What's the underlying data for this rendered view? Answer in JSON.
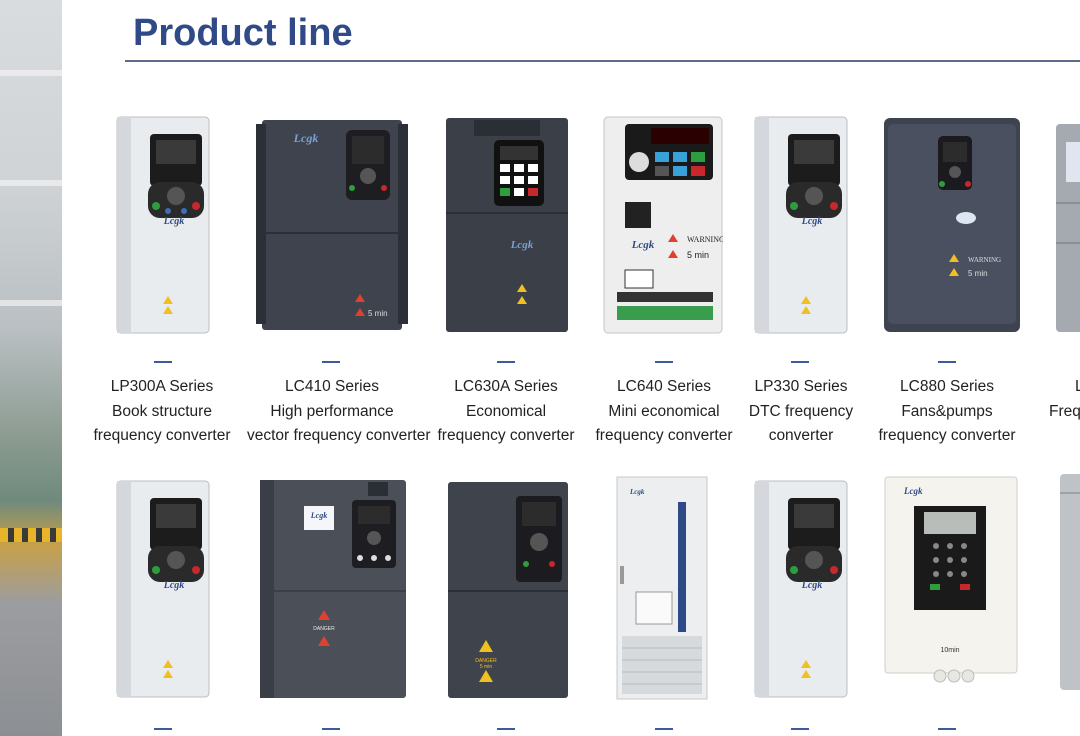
{
  "page": {
    "title": "Product line"
  },
  "products_row1": [
    {
      "lines": [
        "LP300A Series",
        "Book structure",
        "frequency converter"
      ]
    },
    {
      "lines": [
        "LC410 Series",
        "High performance",
        "vector frequency converter"
      ]
    },
    {
      "lines": [
        "LC630A Series",
        "Economical",
        "frequency converter"
      ]
    },
    {
      "lines": [
        "LC640  Series",
        "Mini economical",
        "frequency converter"
      ]
    },
    {
      "lines": [
        "LP330  Series",
        "DTC frequency",
        "converter"
      ]
    },
    {
      "lines": [
        "LC880  Series",
        "Fans&pumps",
        "frequency converter"
      ]
    },
    {
      "lines": [
        "L",
        "Freq",
        ""
      ]
    }
  ],
  "device_labels": {
    "lcgk": "Lcgk",
    "warning": "WARNING",
    "five_min": "5 min",
    "ten_min": "10min",
    "danger": "DANGER",
    "danger_time": "5 min"
  }
}
